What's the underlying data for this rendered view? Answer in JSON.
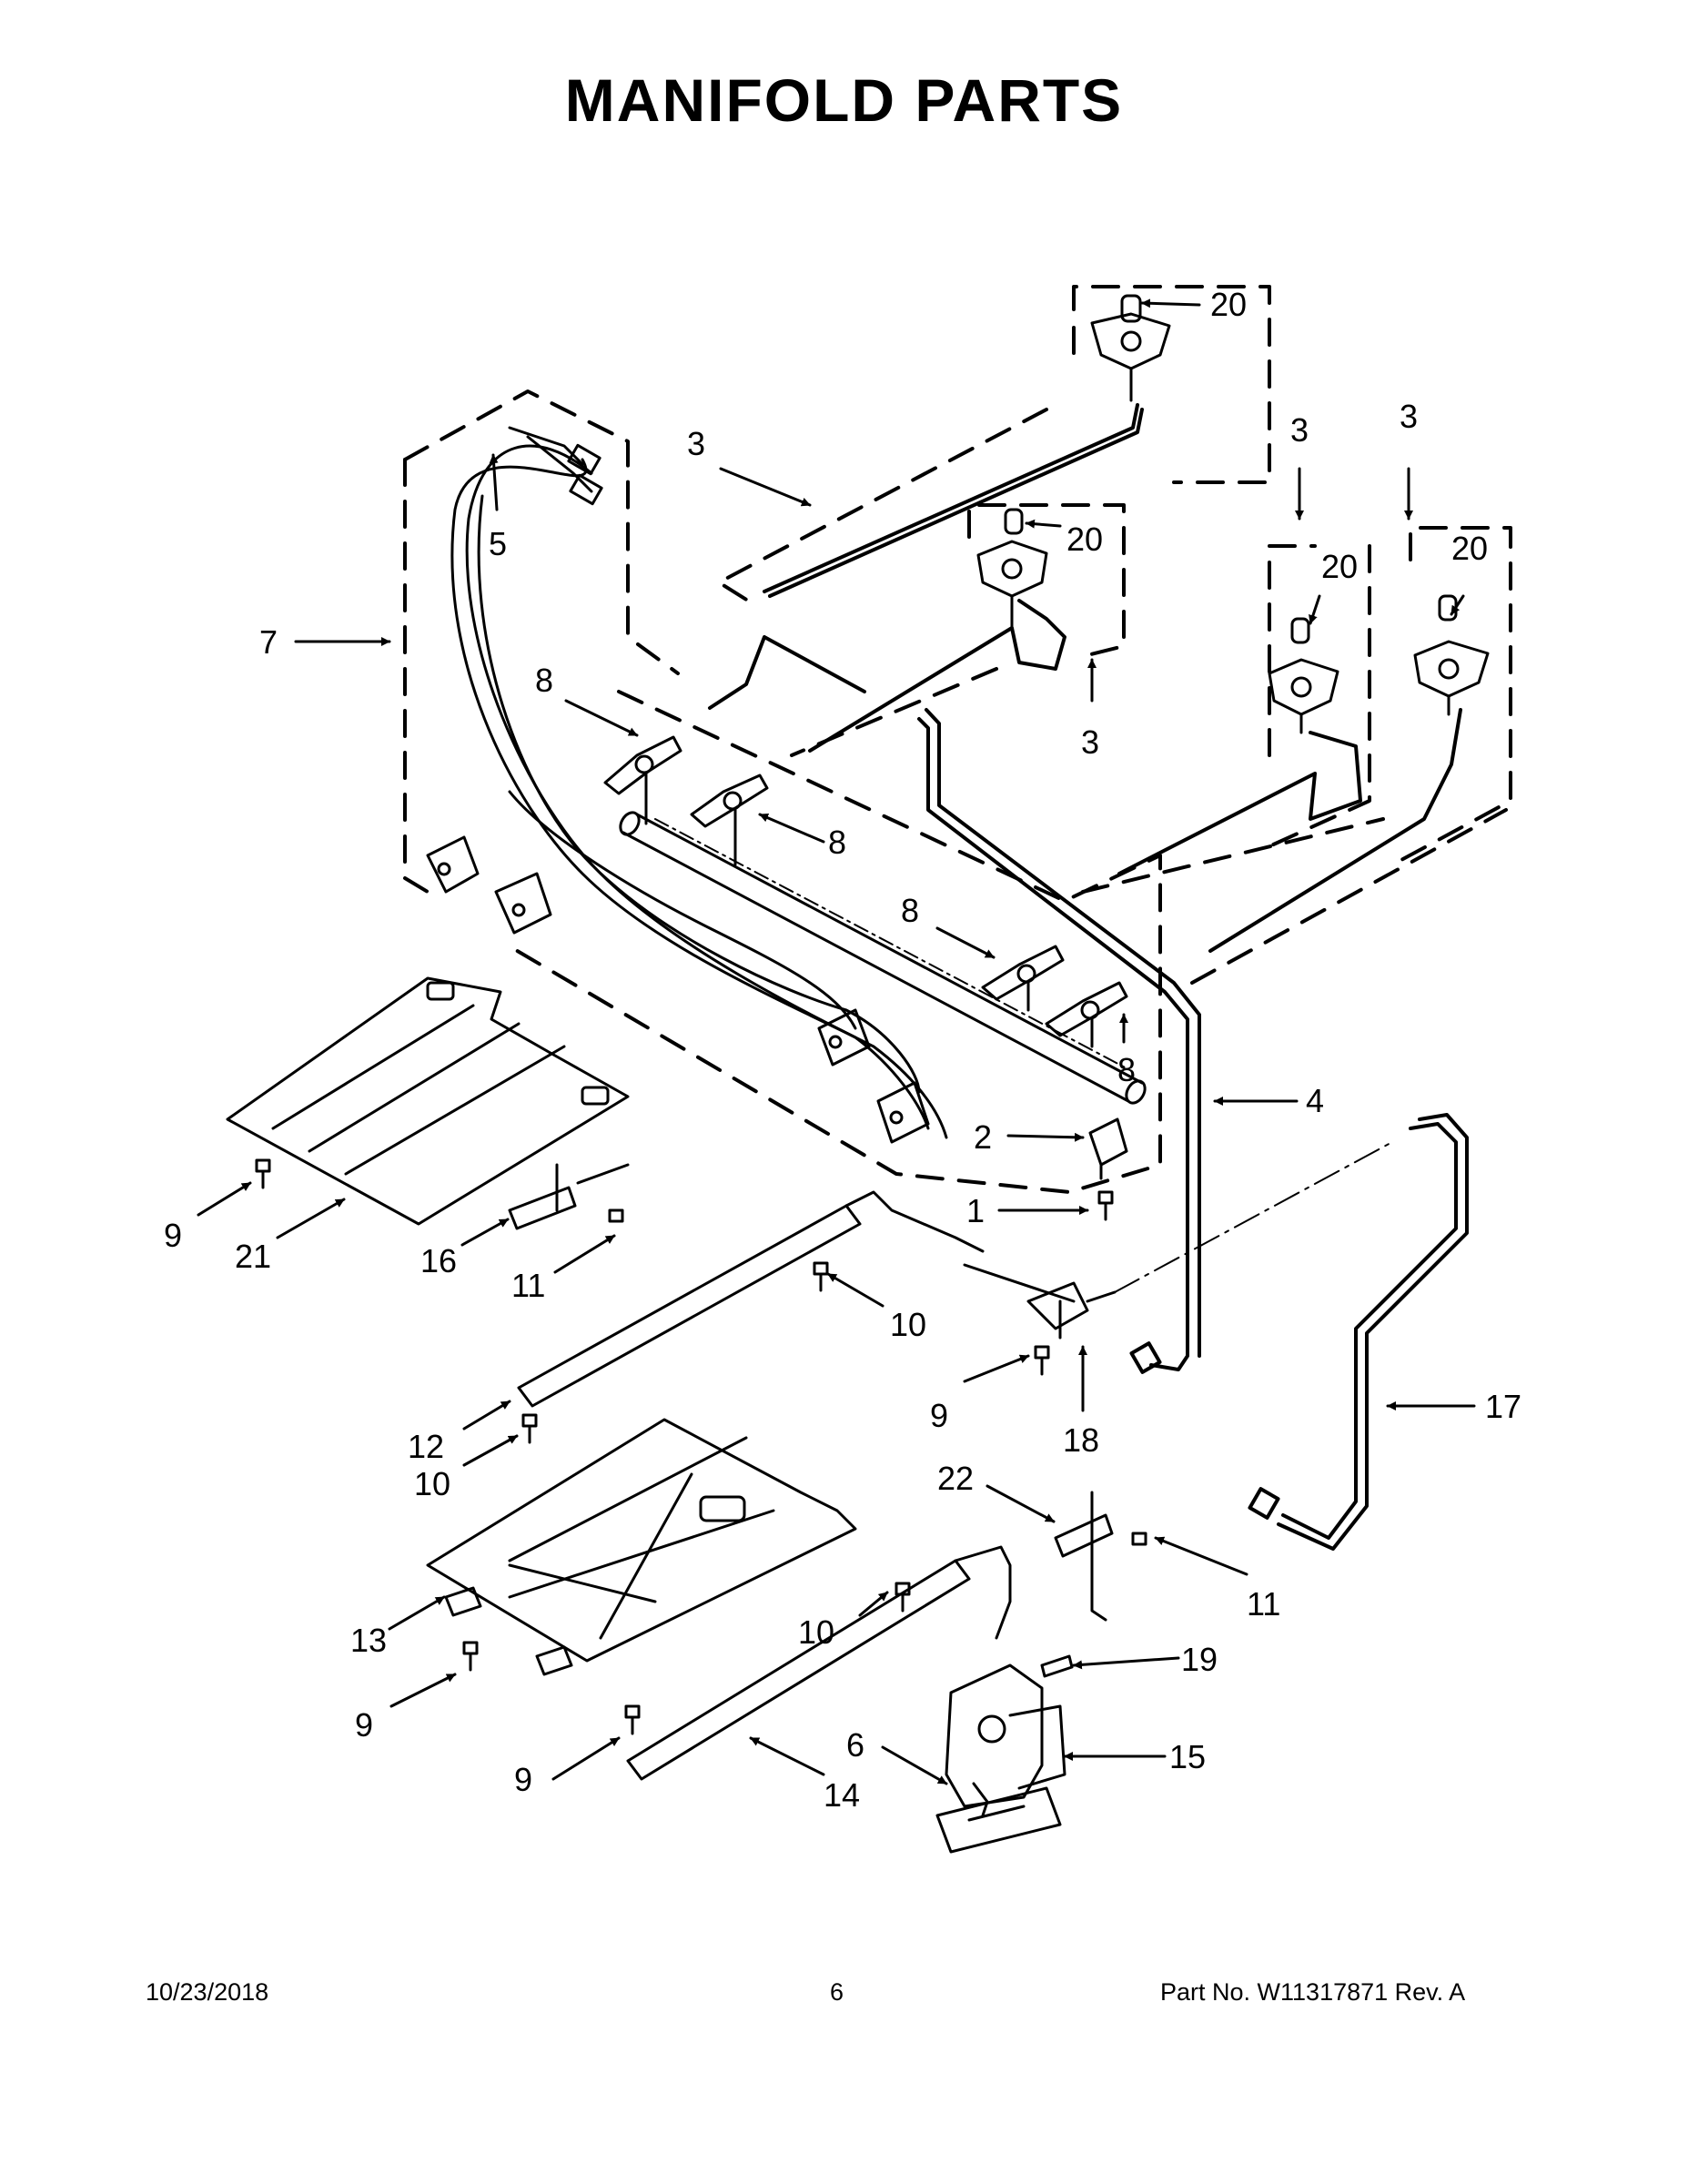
{
  "page": {
    "title": "MANIFOLD PARTS",
    "footer": {
      "date": "10/23/2018",
      "page_number": "6",
      "part_number": "Part No.  W11317871  Rev.  A"
    }
  },
  "callouts": [
    {
      "id": "c20a",
      "label": "20"
    },
    {
      "id": "c3a",
      "label": "3"
    },
    {
      "id": "c3b",
      "label": "3"
    },
    {
      "id": "c3c",
      "label": "3"
    },
    {
      "id": "c5",
      "label": "5"
    },
    {
      "id": "c20b",
      "label": "20"
    },
    {
      "id": "c20c",
      "label": "20"
    },
    {
      "id": "c20d",
      "label": "20"
    },
    {
      "id": "c7",
      "label": "7"
    },
    {
      "id": "c8a",
      "label": "8"
    },
    {
      "id": "c3d",
      "label": "3"
    },
    {
      "id": "c8b",
      "label": "8"
    },
    {
      "id": "c8c",
      "label": "8"
    },
    {
      "id": "c8d",
      "label": "8"
    },
    {
      "id": "c4",
      "label": "4"
    },
    {
      "id": "c2",
      "label": "2"
    },
    {
      "id": "c1",
      "label": "1"
    },
    {
      "id": "c9a",
      "label": "9"
    },
    {
      "id": "c21",
      "label": "21"
    },
    {
      "id": "c16",
      "label": "16"
    },
    {
      "id": "c11a",
      "label": "11"
    },
    {
      "id": "c10a",
      "label": "10"
    },
    {
      "id": "c17",
      "label": "17"
    },
    {
      "id": "c9b",
      "label": "9"
    },
    {
      "id": "c18",
      "label": "18"
    },
    {
      "id": "c12",
      "label": "12"
    },
    {
      "id": "c10b",
      "label": "10"
    },
    {
      "id": "c22",
      "label": "22"
    },
    {
      "id": "c11b",
      "label": "11"
    },
    {
      "id": "c13",
      "label": "13"
    },
    {
      "id": "c10c",
      "label": "10"
    },
    {
      "id": "c19",
      "label": "19"
    },
    {
      "id": "c9c",
      "label": "9"
    },
    {
      "id": "c9d",
      "label": "9"
    },
    {
      "id": "c6",
      "label": "6"
    },
    {
      "id": "c15",
      "label": "15"
    },
    {
      "id": "c14",
      "label": "14"
    }
  ]
}
